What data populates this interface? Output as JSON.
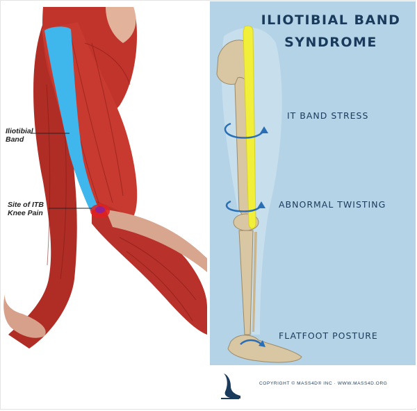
{
  "left_panel": {
    "label_itb_line1": "Iliotibial",
    "label_itb_line2": "Band",
    "label_knee_line1": "Site of ITB",
    "label_knee_line2": "Knee Pain"
  },
  "right_panel": {
    "title_line1": "ILIOTIBIAL BAND",
    "title_line2": "SYNDROME",
    "labels": {
      "stress": "IT BAND STRESS",
      "twist": "ABNORMAL TWISTING",
      "flatfoot": "FLATFOOT POSTURE"
    },
    "copyright": "COPYRIGHT © MASS4D® INC  ·  WWW.MASS4D.ORG"
  },
  "colors": {
    "muscle": "#c0342b",
    "muscle_dark": "#8e1f1a",
    "itb_blue": "#3fb6ec",
    "pain_red": "#e02020",
    "panel_blue": "#b4d3e6",
    "title_navy": "#1a3a5c",
    "itb_yellow": "#f2ef3a",
    "arrow_blue": "#2a6fb5",
    "bone": "#d9c7a4"
  }
}
